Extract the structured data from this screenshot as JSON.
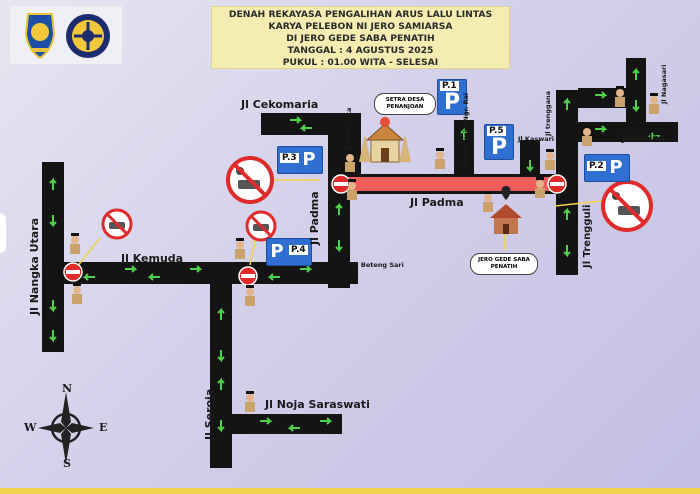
{
  "title": {
    "line1": "DENAH REKAYASA PENGALIHAN ARUS LALU LINTAS",
    "line2": "KARYA PELEBON NI JERO SAMIARSA",
    "line3": "DI JERO GEDE SABA PENATIH",
    "line4": "TANGGAL : 4 AGUSTUS 2025",
    "line5": "PUKUL : 01.00 WITA - SELESAI"
  },
  "streets": {
    "cekomaria": "Jl Cekomaria",
    "pertulaka": "Jl Pertulaka",
    "padma_h": "Jl Padma",
    "padma_v": "Jl Padma",
    "kemuda": "Jl Kemuda",
    "nangka_utara": "Jl Nangka Utara",
    "beteng_sari": "Jl Beteng Sari",
    "seroja": "Jl Seroja",
    "noja_saraswati": "Jl Noja Saraswati",
    "kmp_univ": "Jl Kmp.Univ. Ngr. Rai",
    "kaswari": "Jl Kaswari",
    "trenggana": "Jl trenggana",
    "trengguli": "Jl Trengguli",
    "siulan": "Jl Siulan",
    "nagasari": "Jl Nagasari"
  },
  "landmarks": {
    "setra": "SETRA DESA PENANJOAN",
    "jero_gede": "JERO GEDE SABA PENATIH"
  },
  "parking": {
    "p1": "P.1",
    "p2": "P.2",
    "p3": "P.3",
    "p4": "P.4",
    "p5": "P.5",
    "symbol": "P"
  },
  "compass": {
    "n": "N",
    "s": "S",
    "e": "E",
    "w": "W"
  },
  "colors": {
    "road": "#141414",
    "arrow": "#4ed24b",
    "closed": "#f45b5b",
    "closed_sign": "#e02b2b",
    "parking": "#2f6fd1",
    "title_bg": "#f5ecb2",
    "link_line": "#f2d34a"
  }
}
